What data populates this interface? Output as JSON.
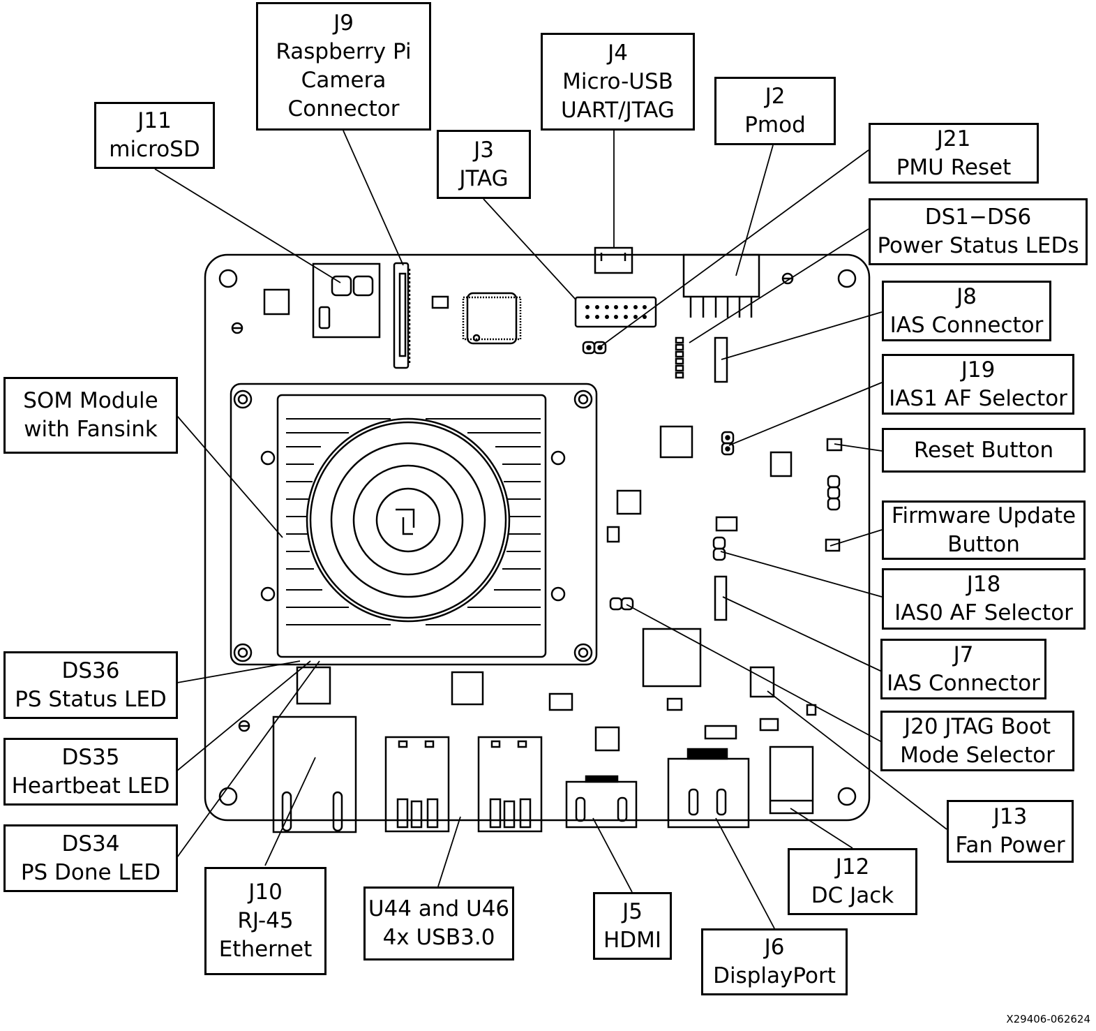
{
  "diagram": {
    "title": "Board component callout diagram",
    "figure_id": "X29406-062624",
    "colors": {
      "line": "#000000",
      "background": "#ffffff"
    },
    "callouts": [
      {
        "id": "j11",
        "lines": [
          "J11",
          "microSD"
        ]
      },
      {
        "id": "j9",
        "lines": [
          "J9",
          "Raspberry Pi",
          "Camera",
          "Connector"
        ]
      },
      {
        "id": "j3",
        "lines": [
          "J3",
          "JTAG"
        ]
      },
      {
        "id": "j4",
        "lines": [
          "J4",
          "Micro-USB",
          "UART/JTAG"
        ]
      },
      {
        "id": "j2",
        "lines": [
          "J2",
          "Pmod"
        ]
      },
      {
        "id": "j21",
        "lines": [
          "J21",
          "PMU Reset"
        ]
      },
      {
        "id": "ds1-ds6",
        "lines": [
          "DS1−DS6",
          "Power Status LEDs"
        ]
      },
      {
        "id": "j8",
        "lines": [
          "J8",
          "IAS Connector"
        ]
      },
      {
        "id": "j19",
        "lines": [
          "J19",
          "IAS1 AF Selector"
        ]
      },
      {
        "id": "reset",
        "lines": [
          "Reset Button"
        ]
      },
      {
        "id": "fw",
        "lines": [
          "Firmware Update",
          "Button"
        ]
      },
      {
        "id": "j18",
        "lines": [
          "J18",
          "IAS0 AF Selector"
        ]
      },
      {
        "id": "j7",
        "lines": [
          "J7",
          "IAS Connector"
        ]
      },
      {
        "id": "j20",
        "lines": [
          "J20 JTAG Boot",
          "Mode Selector"
        ]
      },
      {
        "id": "j13",
        "lines": [
          "J13",
          "Fan Power"
        ]
      },
      {
        "id": "j12",
        "lines": [
          "J12",
          "DC Jack"
        ]
      },
      {
        "id": "j6",
        "lines": [
          "J6",
          "DisplayPort"
        ]
      },
      {
        "id": "j5",
        "lines": [
          "J5",
          "HDMI"
        ]
      },
      {
        "id": "usb",
        "lines": [
          "U44 and U46",
          "4x USB3.0"
        ]
      },
      {
        "id": "j10",
        "lines": [
          "J10",
          "RJ-45",
          "Ethernet"
        ]
      },
      {
        "id": "ds34",
        "lines": [
          "DS34",
          "PS Done LED"
        ]
      },
      {
        "id": "ds35",
        "lines": [
          "DS35",
          "Heartbeat LED"
        ]
      },
      {
        "id": "ds36",
        "lines": [
          "DS36",
          "PS Status LED"
        ]
      },
      {
        "id": "som",
        "lines": [
          "SOM Module",
          "with Fansink"
        ]
      }
    ]
  }
}
